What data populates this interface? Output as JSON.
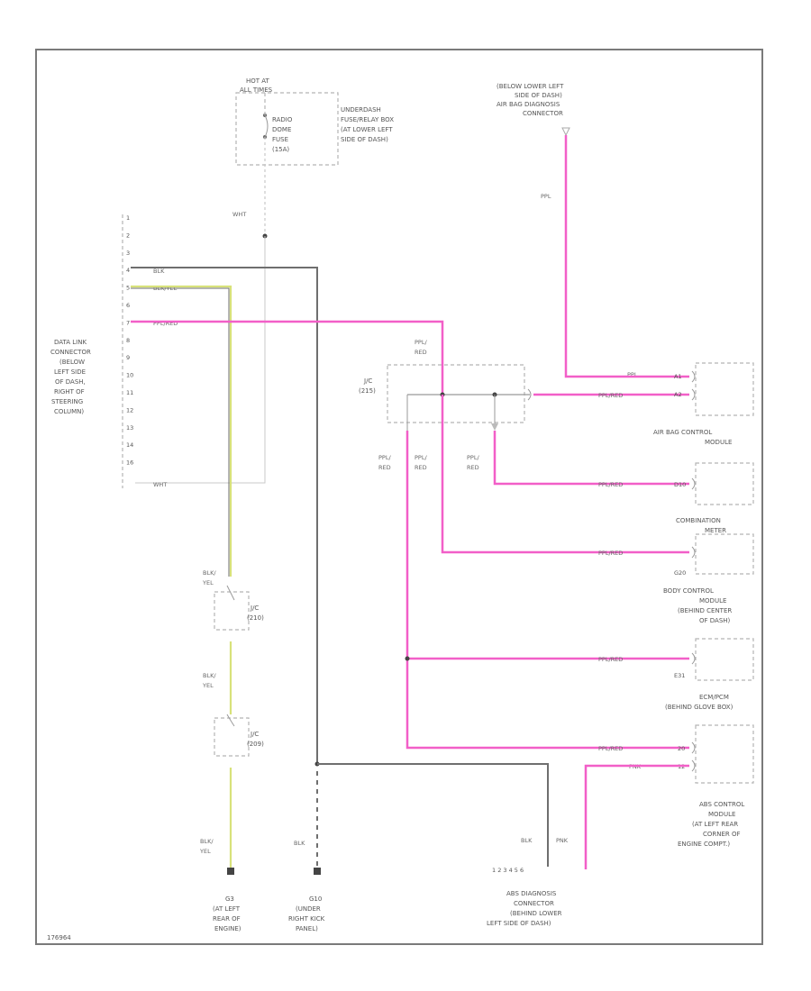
{
  "colors": {
    "pink": "#f25fc8",
    "black_wire": "#6f6f6f",
    "yellow_wire": "#d8e27a",
    "white_wire": "#d0d0d0",
    "frame": "#7a7a7a"
  },
  "hot_label": [
    "HOT AT",
    "ALL TIMES"
  ],
  "fuse_label": [
    "RADIO",
    "DOME",
    "FUSE",
    "(15A)"
  ],
  "fuse_box_label": [
    "UNDERDASH",
    "FUSE/RELAY BOX",
    "(AT LOWER LEFT",
    "SIDE OF DASH)"
  ],
  "wht_label": "WHT",
  "dlc_label": [
    "DATA LINK",
    "CONNECTOR",
    "(BELOW",
    "LEFT SIDE",
    "OF DASH,",
    "RIGHT OF",
    "STEERING",
    "COLUMN)"
  ],
  "dlc_pins": [
    "1",
    "2",
    "3",
    "4",
    "5",
    "6",
    "7",
    "8",
    "9",
    "10",
    "11",
    "12",
    "13",
    "14",
    "16"
  ],
  "dlc_wires": {
    "p4": "BLK",
    "p5": "BLK/YEL",
    "p7": "PPL/RED",
    "p16": "WHT"
  },
  "jc_label": [
    "J/C",
    "(215)"
  ],
  "ppl_red": [
    "PPL/",
    "RED"
  ],
  "ppl": "PPL",
  "ppl_red_long": "PPL/RED",
  "airbag_conn_label": [
    "(BELOW LOWER LEFT",
    "SIDE OF DASH)",
    "AIR BAG DIAGNOSIS",
    "CONNECTOR"
  ],
  "modules": {
    "airbag": [
      "AIR BAG CONTROL",
      "MODULE"
    ],
    "combination": [
      "COMBINATION",
      "METER"
    ],
    "body": [
      "BODY CONTROL",
      "MODULE",
      "(BEHIND CENTER",
      "OF DASH)"
    ],
    "ecm": [
      "ECM/PCM",
      "(BEHIND GLOVE BOX)"
    ],
    "abs": [
      "ABS CONTROL",
      "MODULE",
      "(AT LEFT REAR",
      "CORNER OF",
      "ENGINE COMPT.)"
    ]
  },
  "module_pins": {
    "airbag_a": "A1",
    "airbag_b": "A2",
    "comb": "D10",
    "body": "G20",
    "ecm": "E31",
    "abs_a": "20",
    "abs_b": "12"
  },
  "pnk": "PNK",
  "blk_yel": [
    "BLK/",
    "YEL"
  ],
  "jc_lower": [
    "J/C",
    "(210)"
  ],
  "jc_lower2": [
    "J/C",
    "(209)"
  ],
  "blk": "BLK",
  "ground_g3": [
    "G3",
    "(AT LEFT",
    "REAR OF",
    "ENGINE)"
  ],
  "ground_g10": [
    "G10",
    "(UNDER",
    "RIGHT KICK",
    "PANEL)"
  ],
  "abs_diag_label": [
    "ABS DIAGNOSIS",
    "CONNECTOR",
    "(BEHIND LOWER",
    "LEFT SIDE OF DASH)"
  ],
  "abs_diag_pins": "1  2  3  4  5  6",
  "abs_diag_wires": [
    "BLK",
    "PNK"
  ],
  "footer_id": "176964"
}
